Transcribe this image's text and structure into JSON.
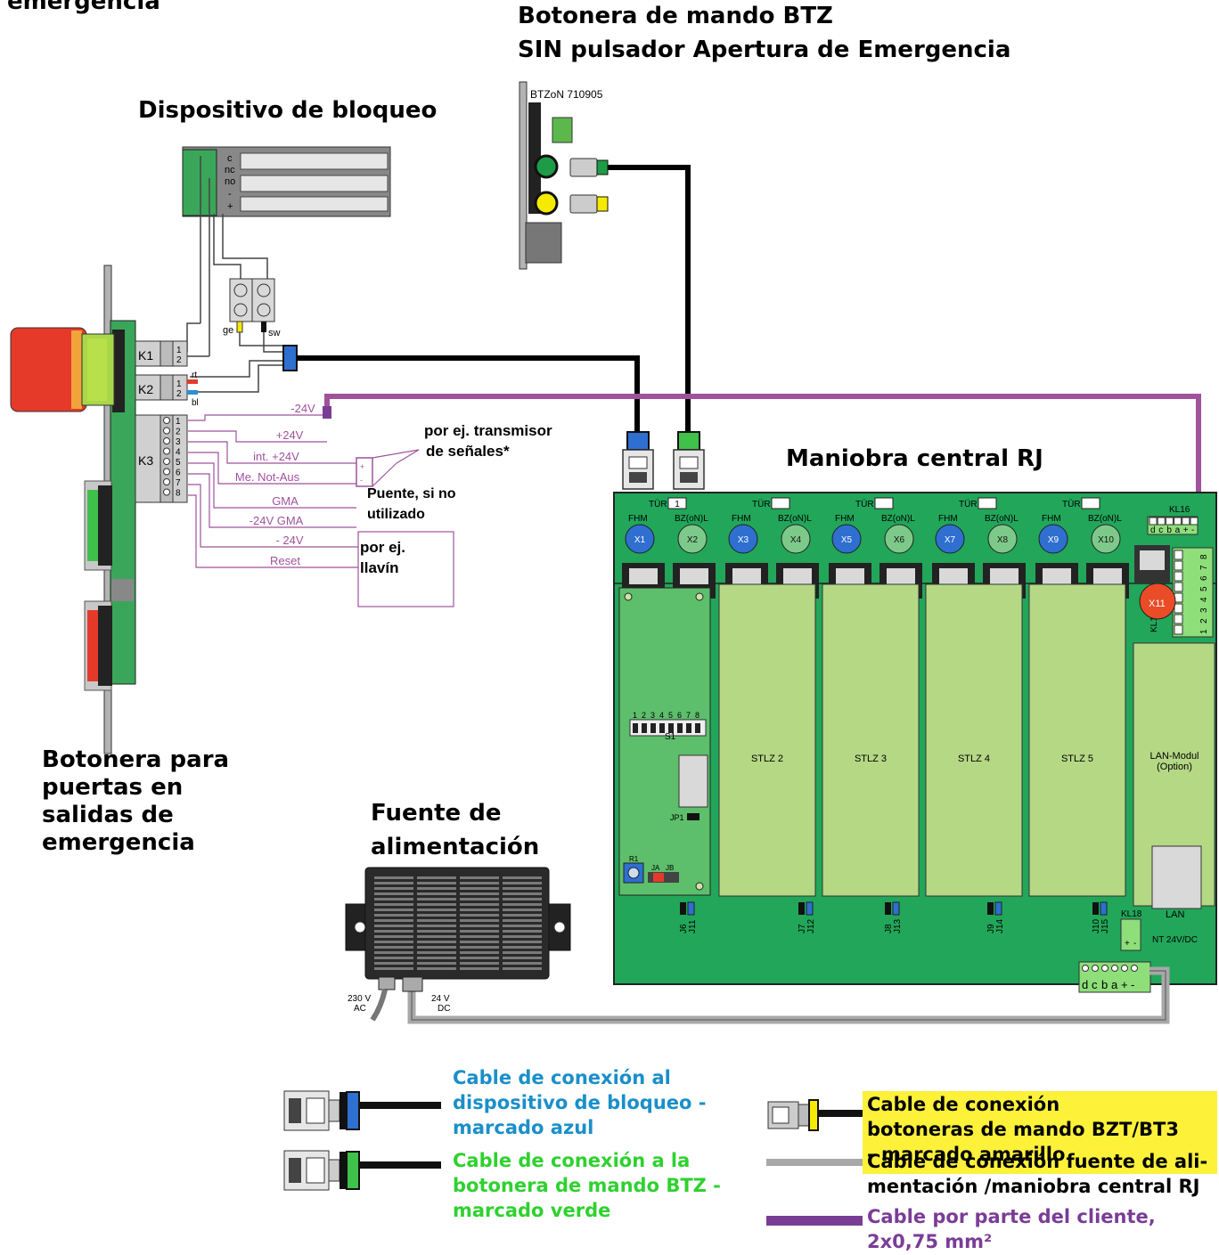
{
  "titles": {
    "clipped_top": "emergencia",
    "btz_line1": "Botonera de mando BTZ",
    "btz_line2": "SIN pulsador Apertura de Emergencia",
    "bloqueo": "Dispositivo de bloqueo",
    "central": "Maniobra central RJ",
    "botonera_puertas": [
      "Botonera para",
      "puertas en",
      "salidas de",
      "emergencia"
    ],
    "fuente": [
      "Fuente de",
      "alimentación"
    ]
  },
  "btz_device": {
    "model": "BTZoN 710905"
  },
  "lock_device": {
    "terminals": [
      "c",
      "nc",
      "no",
      "-",
      "+"
    ],
    "wire_labels": {
      "left": "ge",
      "right": "sw"
    }
  },
  "door_panel": {
    "k1": {
      "label": "K1",
      "pins": [
        "1",
        "2"
      ]
    },
    "k2": {
      "label": "K2",
      "pins": [
        "1",
        "2"
      ],
      "wire_labels": [
        "rt",
        "bl"
      ]
    },
    "k3": {
      "label": "K3",
      "pins": [
        "1",
        "2",
        "3",
        "4",
        "5",
        "6",
        "7",
        "8"
      ]
    },
    "k3_signals": [
      "-24V",
      "+24V",
      "int. +24V",
      "Me. Not-Aus",
      "GMA",
      "-24V GMA",
      "- 24V",
      "Reset"
    ]
  },
  "external": {
    "transmisor": [
      "por ej. transmisor",
      "de señales*"
    ],
    "puente": [
      "Puente, si no",
      "utilizado"
    ],
    "llavin": [
      "por ej.",
      "llavín"
    ]
  },
  "central_board": {
    "door_label": "TÜR",
    "door_numbers": [
      "1",
      "",
      "",
      "",
      ""
    ],
    "col_labels": [
      "FHM",
      "BZ(oN)L"
    ],
    "connectors": [
      "X1",
      "X2",
      "X3",
      "X4",
      "X5",
      "X6",
      "X7",
      "X8",
      "X9",
      "X10"
    ],
    "x11": "X11",
    "kl16": {
      "label": "KL16",
      "pins": [
        "d",
        "c",
        "b",
        "a",
        "+",
        "-"
      ]
    },
    "kl17": {
      "label": "KL17",
      "pins": [
        "1",
        "2",
        "3",
        "4",
        "5",
        "6",
        "7",
        "8"
      ]
    },
    "kl18": {
      "label": "KL18",
      "pins": [
        "+",
        "-"
      ]
    },
    "modules": [
      "STLZ 2",
      "STLZ 3",
      "STLZ 4",
      "STLZ 5"
    ],
    "lan_module": [
      "LAN-Modul",
      "(Option)"
    ],
    "lan": "LAN",
    "nt": "NT 24V/DC",
    "s1": "S1",
    "s1_numbers": [
      "1",
      "2",
      "3",
      "4",
      "5",
      "6",
      "7",
      "8"
    ],
    "jp1": "JP1",
    "r1": "R1",
    "ja": "JA",
    "jb": "JB",
    "jumpers": [
      "J6",
      "J11",
      "J7",
      "J12",
      "J8",
      "J13",
      "J9",
      "J14",
      "J10",
      "J15"
    ]
  },
  "lower_terminal": {
    "pins": [
      "d",
      "c",
      "b",
      "a",
      "+",
      "-"
    ]
  },
  "power_supply": {
    "input": [
      "230 V",
      "AC"
    ],
    "output": [
      "24 V",
      "DC"
    ]
  },
  "legend": {
    "blue_cable": [
      "Cable de conexión al",
      "dispositivo de bloqueo -",
      "marcado azul"
    ],
    "green_cable": [
      "Cable de conexión a la",
      "botonera de mando BTZ -",
      "marcado verde"
    ],
    "yellow_cable": [
      "Cable de conexión",
      "botoneras de mando BZT/BT3",
      "- marcado amarillo"
    ],
    "gray_cable": [
      "Cable de conexión fuente de ali-",
      "mentación /maniobra central RJ"
    ],
    "purple_cable": [
      "Cable por parte del cliente,",
      "2x0,75 mm²"
    ]
  },
  "colors": {
    "board_green": "#22a65a",
    "module_green": "#b5d884",
    "purple": "#a0529c",
    "purple_text": "#7a3d96",
    "blue_text": "#1a8fc9",
    "green_text": "#2fd12f",
    "yellow_highlight": "#fdf13a",
    "red_button": "#e53a2a",
    "connector_blue": "#2e6fd0",
    "connector_green": "#7dc98a",
    "x11_red": "#e94c27",
    "cable_gray": "#a8a8a8"
  }
}
